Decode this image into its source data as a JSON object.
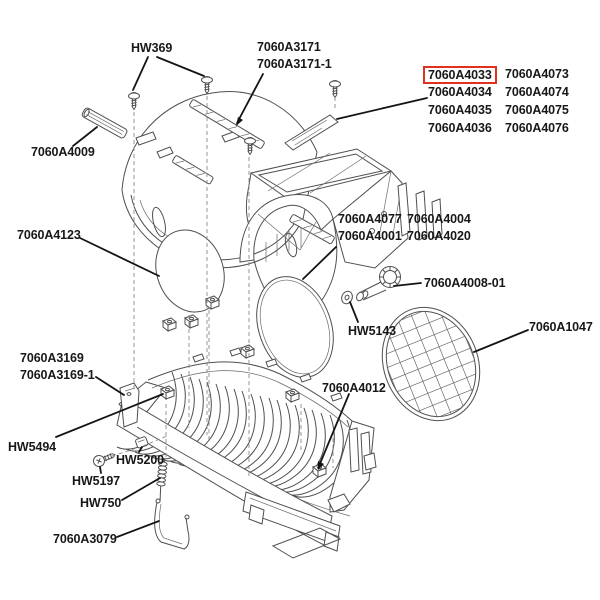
{
  "diagram": {
    "type": "exploded-parts-diagram",
    "highlight_color": "#e0301e",
    "highlighted_part": "7060A4033"
  },
  "parts": {
    "hw369": "HW369",
    "a3171": "7060A3171",
    "a3171_1": "7060A3171-1",
    "a4033": "7060A4033",
    "a4073": "7060A4073",
    "a4034": "7060A4034",
    "a4074": "7060A4074",
    "a4035": "7060A4035",
    "a4075": "7060A4075",
    "a4036": "7060A4036",
    "a4076": "7060A4076",
    "a4009": "7060A4009",
    "a4123": "7060A4123",
    "a4077": "7060A4077",
    "a4004": "7060A4004",
    "a4001": "7060A4001",
    "a4020": "7060A4020",
    "a4008_01": "7060A4008-01",
    "hw5143": "HW5143",
    "a1047": "7060A1047",
    "a3169": "7060A3169",
    "a3169_1": "7060A3169-1",
    "a4012": "7060A4012",
    "hw5494": "HW5494",
    "hw5200": "HW5200",
    "hw5197": "HW5197",
    "hw750": "HW750",
    "a3079": "7060A3079"
  }
}
